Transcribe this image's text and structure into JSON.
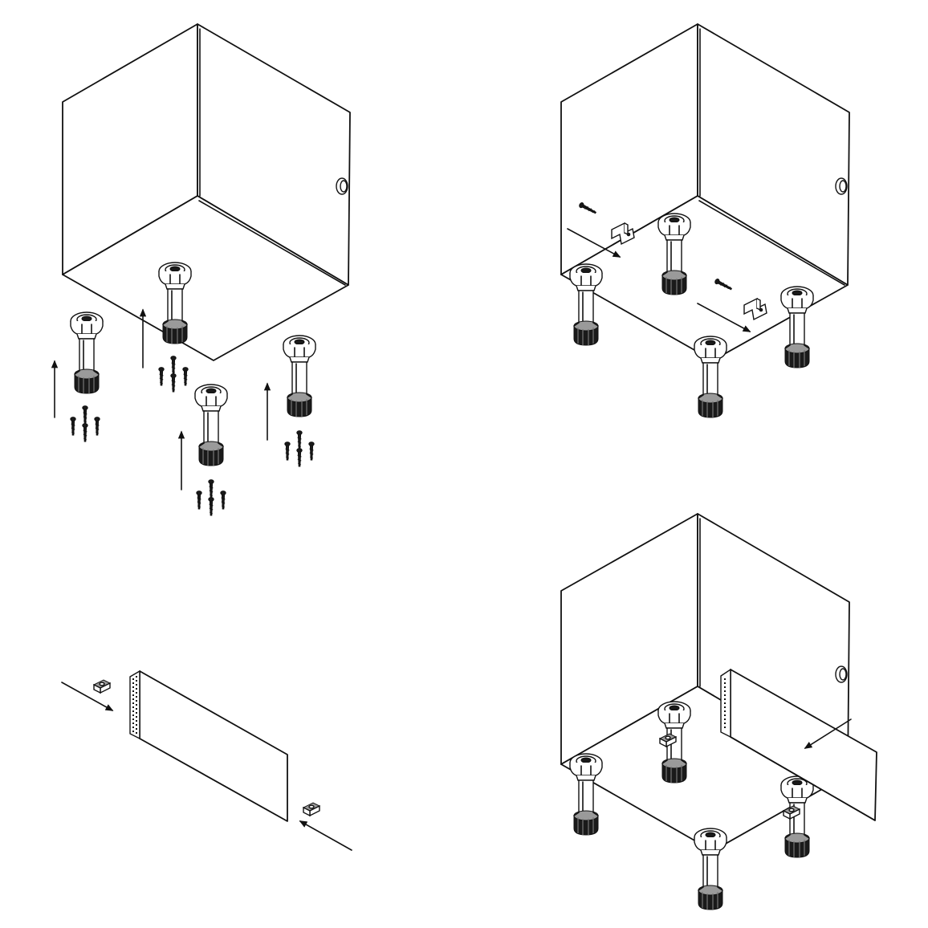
{
  "steps": [
    {
      "label": "fit-legs"
    },
    {
      "label": "fit-plinth-clips"
    },
    {
      "label": "fit-plinth-ends"
    },
    {
      "label": "attach-plinth"
    }
  ]
}
